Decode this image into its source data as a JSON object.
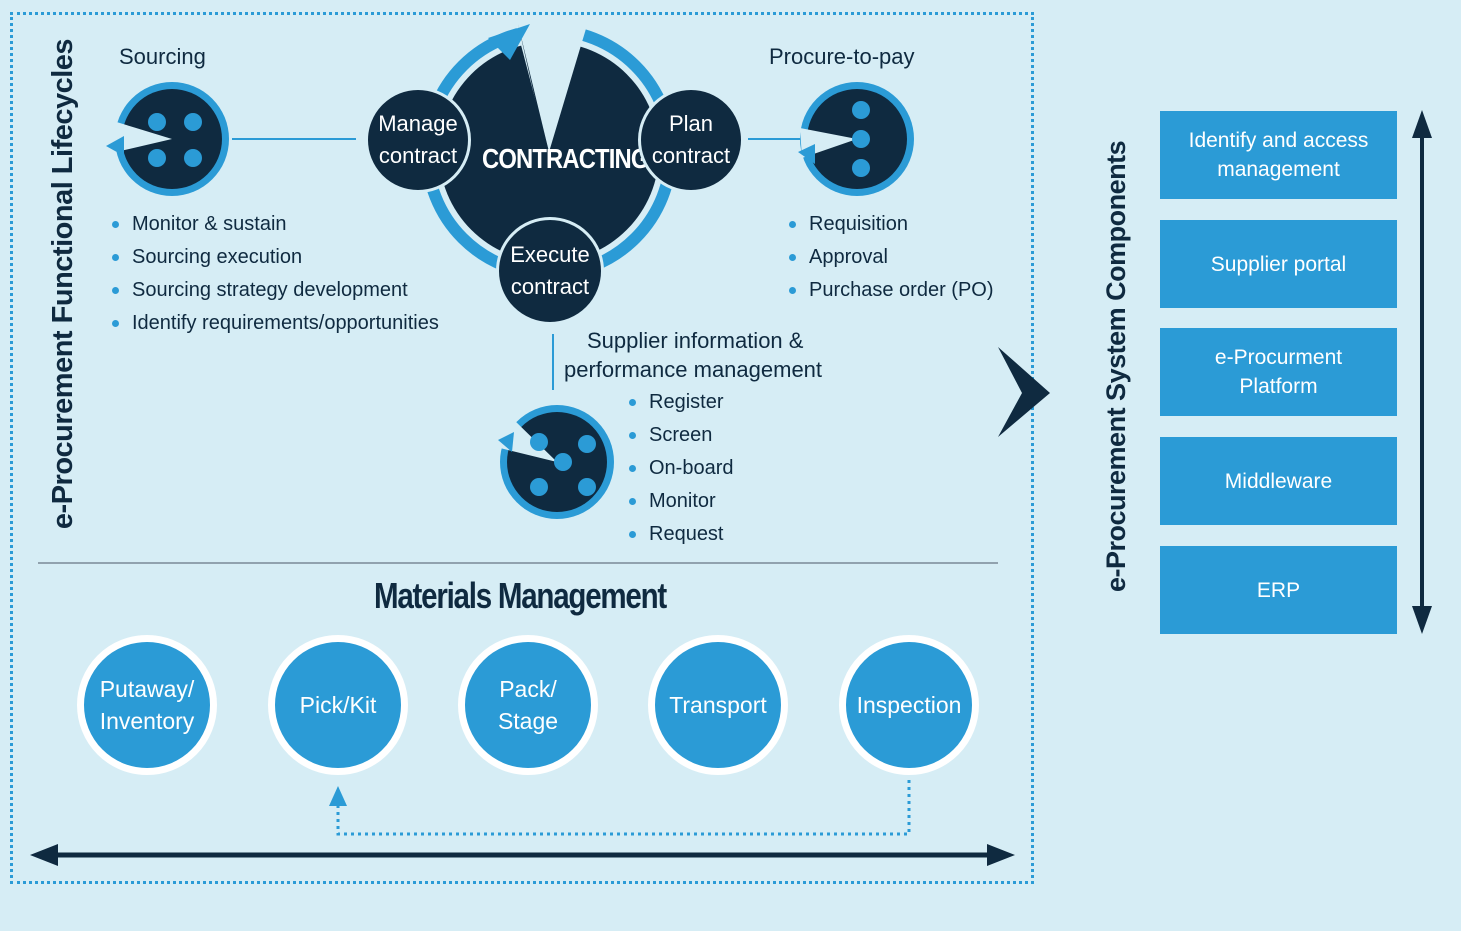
{
  "left_title": "e-Procurement Functional Lifecycles",
  "right_title": "e-Procurement System Components",
  "sourcing": {
    "title": "Sourcing",
    "items": [
      "Monitor & sustain",
      "Sourcing execution",
      "Sourcing strategy development",
      "Identify requirements/opportunities"
    ]
  },
  "contracting": {
    "center": "CONTRACTING",
    "manage": [
      "Manage",
      "contract"
    ],
    "plan": [
      "Plan",
      "contract"
    ],
    "execute": [
      "Execute",
      "contract"
    ]
  },
  "procure_to_pay": {
    "title": "Procure-to-pay",
    "items": [
      "Requisition",
      "Approval",
      "Purchase order (PO)"
    ]
  },
  "supplier": {
    "title_line1": "Supplier information &",
    "title_line2": "performance management",
    "items": [
      "Register",
      "Screen",
      "On-board",
      "Monitor",
      "Request"
    ]
  },
  "materials": {
    "title": "Materials Management",
    "circles": [
      [
        "Putaway/",
        "Inventory"
      ],
      [
        "Pick/Kit"
      ],
      [
        "Pack/",
        "Stage"
      ],
      [
        "Transport"
      ],
      [
        "Inspection"
      ]
    ]
  },
  "components": [
    [
      "Identify and access",
      "management"
    ],
    [
      "Supplier portal"
    ],
    [
      "e-Procurment",
      "Platform"
    ],
    [
      "Middleware"
    ],
    [
      "ERP"
    ]
  ],
  "colors": {
    "dark": "#0f2a40",
    "accent": "#2b9bd6",
    "background": "#d6edf5"
  }
}
